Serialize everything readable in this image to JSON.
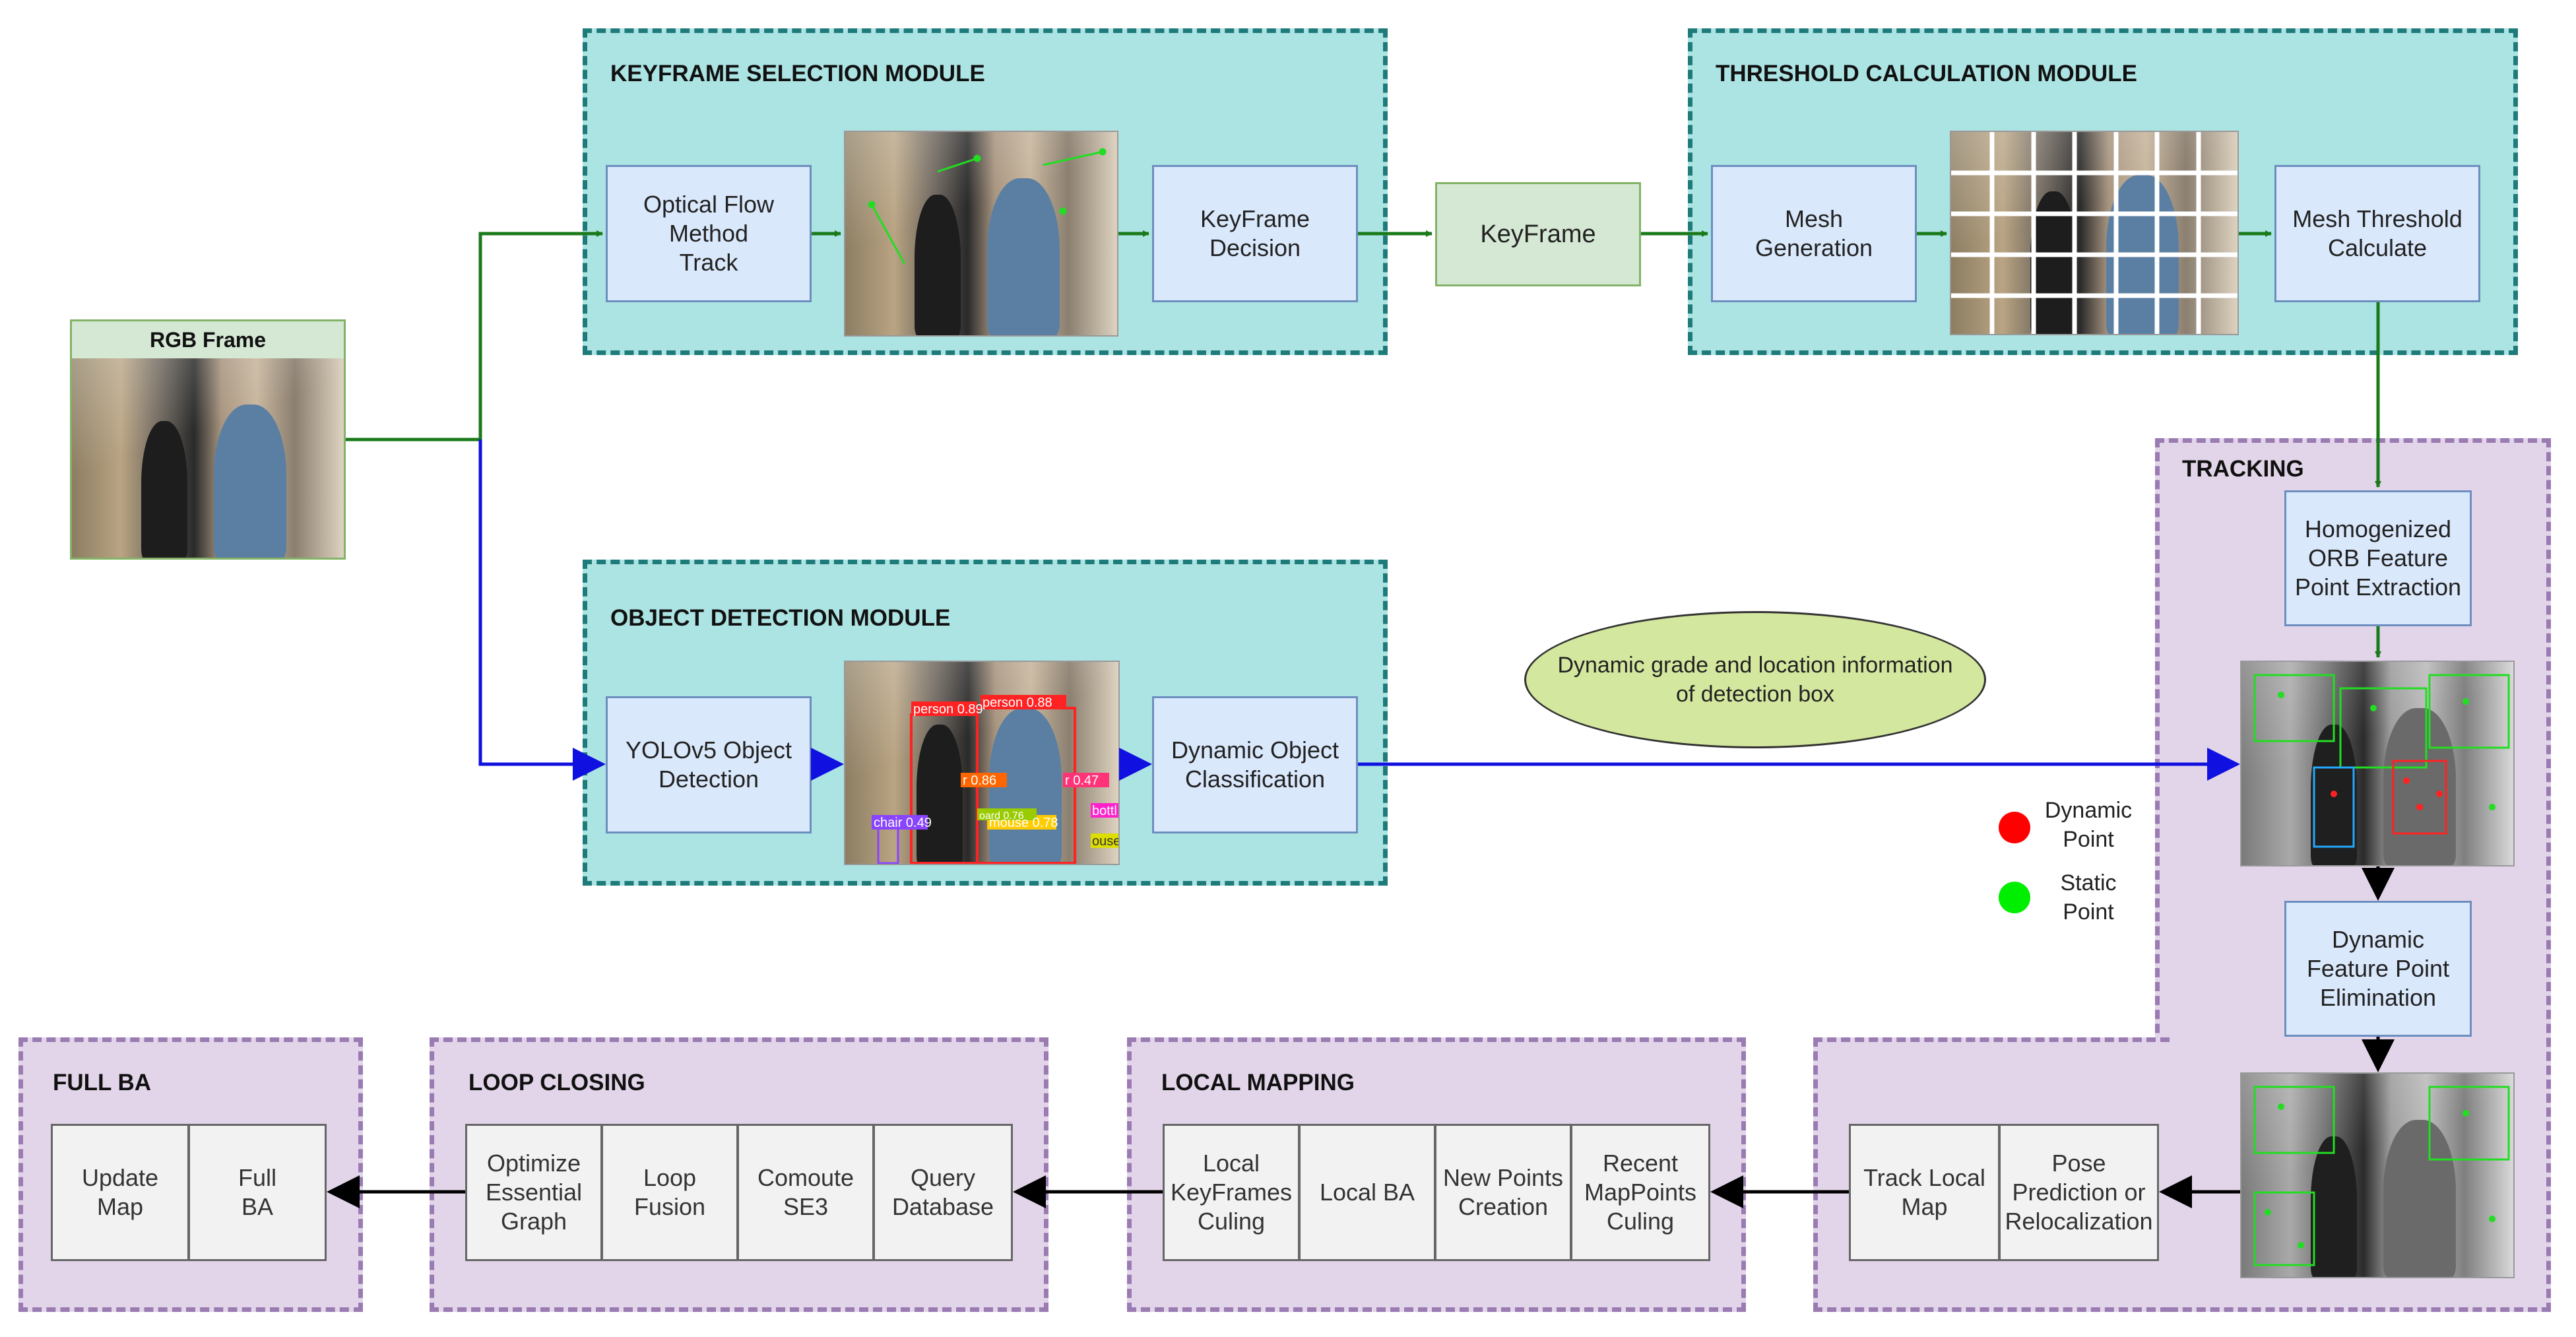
{
  "input": {
    "title": "RGB Frame"
  },
  "keyframe_module": {
    "title": "KEYFRAME SELECTION MODULE",
    "optical_flow": "Optical Flow\nMethod\nTrack",
    "decision": "KeyFrame\nDecision"
  },
  "keyframe_box": "KeyFrame",
  "threshold_module": {
    "title": "THRESHOLD CALCULATION MODULE",
    "mesh_generation": "Mesh\nGeneration",
    "mesh_threshold": "Mesh Threshold\nCalculate"
  },
  "object_module": {
    "title": "OBJECT DETECTION MODULE",
    "yolo": "YOLOv5 Object\nDetection",
    "classification": "Dynamic Object\nClassification",
    "detections": [
      "person 0.89",
      "person 0.88",
      "r 0.86",
      "r 0.47",
      "chair 0.49",
      "mouse 0.78",
      "oard 0.76",
      "bottl",
      "ouse"
    ]
  },
  "annotation": "Dynamic grade and location information\nof detection box",
  "legend": {
    "dynamic": {
      "label": "Dynamic\nPoint",
      "color": "#ff0000"
    },
    "static": {
      "label": "Static\nPoint",
      "color": "#00ee00"
    }
  },
  "tracking": {
    "title": "TRACKING",
    "orb": "Homogenized\nORB Feature\nPoint Extraction",
    "elimination": "Dynamic\nFeature Point\nElimination",
    "track_local_map": "Track Local\nMap",
    "pose": "Pose\nPrediction or\nRelocalization"
  },
  "local_mapping": {
    "title": "LOCAL MAPPING",
    "items": [
      "Local\nKeyFrames\nCuling",
      "Local BA",
      "New Points\nCreation",
      "Recent\nMapPoints\nCuling"
    ]
  },
  "loop_closing": {
    "title": "LOOP CLOSING",
    "items": [
      "Optimize\nEssential\nGraph",
      "Loop\nFusion",
      "Comoute\nSE3",
      "Query\nDatabase"
    ]
  },
  "full_ba": {
    "title": "FULL  BA",
    "items": [
      "Update\nMap",
      "Full\nBA"
    ]
  },
  "colors": {
    "green_flow": "#1a7a1a",
    "blue_flow": "#1010e0",
    "black_flow": "#000000"
  }
}
